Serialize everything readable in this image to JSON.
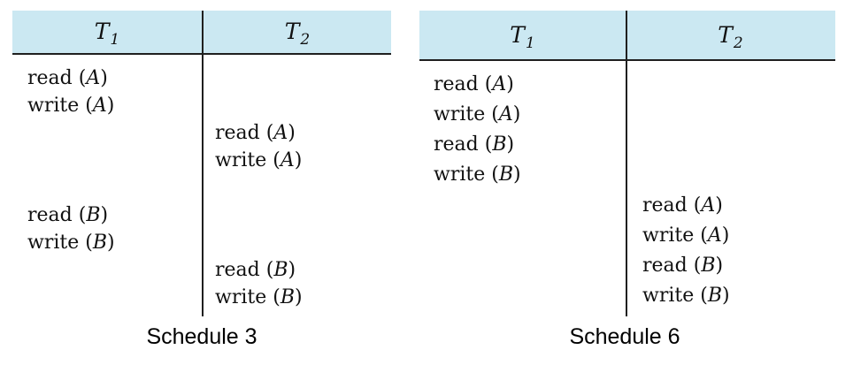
{
  "schedules": [
    {
      "caption": "Schedule 3",
      "columns": [
        {
          "name": "T",
          "sub": "1"
        },
        {
          "name": "T",
          "sub": "2"
        }
      ],
      "steps": [
        {
          "txn": "T1",
          "op": "read",
          "item": "A"
        },
        {
          "txn": "T1",
          "op": "write",
          "item": "A"
        },
        {
          "txn": "T2",
          "op": "read",
          "item": "A"
        },
        {
          "txn": "T2",
          "op": "write",
          "item": "A"
        },
        {
          "txn": "T1",
          "op": "read",
          "item": "B"
        },
        {
          "txn": "T1",
          "op": "write",
          "item": "B"
        },
        {
          "txn": "T2",
          "op": "read",
          "item": "B"
        },
        {
          "txn": "T2",
          "op": "write",
          "item": "B"
        }
      ]
    },
    {
      "caption": "Schedule 6",
      "columns": [
        {
          "name": "T",
          "sub": "1"
        },
        {
          "name": "T",
          "sub": "2"
        }
      ],
      "steps": [
        {
          "txn": "T1",
          "op": "read",
          "item": "A"
        },
        {
          "txn": "T1",
          "op": "write",
          "item": "A"
        },
        {
          "txn": "T1",
          "op": "read",
          "item": "B"
        },
        {
          "txn": "T1",
          "op": "write",
          "item": "B"
        },
        {
          "txn": "T2",
          "op": "read",
          "item": "A"
        },
        {
          "txn": "T2",
          "op": "write",
          "item": "A"
        },
        {
          "txn": "T2",
          "op": "read",
          "item": "B"
        },
        {
          "txn": "T2",
          "op": "write",
          "item": "B"
        }
      ]
    }
  ],
  "colors": {
    "header_fill": "#cbe8f2",
    "rule": "#1f1f1f",
    "text": "#111111"
  }
}
